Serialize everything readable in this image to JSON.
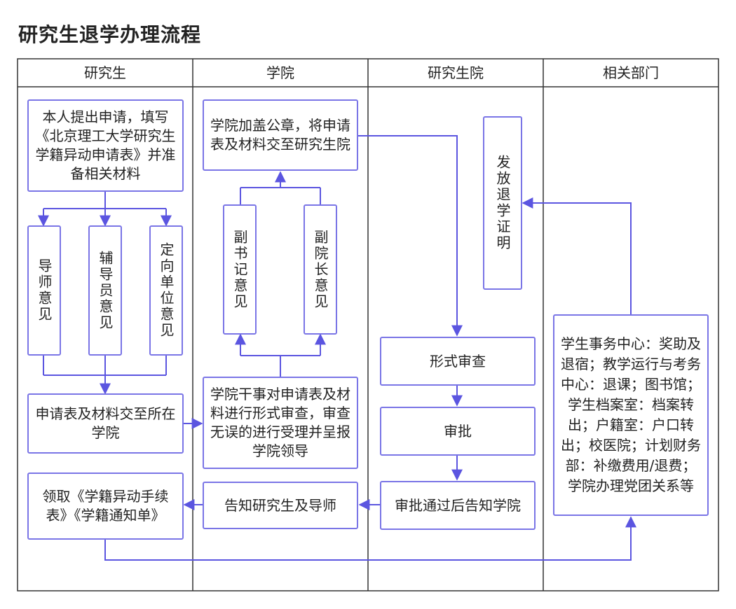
{
  "title": "研究生退学办理流程",
  "lanes": [
    "研究生",
    "学院",
    "研究生院",
    "相关部门"
  ],
  "nodes": {
    "apply": "本人提出申请，填写《北京理工大学研究生学籍异动申请表》并准备相关材料",
    "advisor": "导师意见",
    "counselor": "辅导员意见",
    "unit": "定向单位意见",
    "submit_college": "申请表及材料交至所在学院",
    "receive": "领取《学籍异动手续表》《学籍通知单》",
    "college_stamp": "学院加盖公章，将申请表及材料交至研究生院",
    "vice_secretary": "副书记意见",
    "vice_dean": "副院长意见",
    "college_review": "学院干事对申请表及材料进行形式审查，审查无误的进行受理并呈报学院领导",
    "notify_student": "告知研究生及导师",
    "issue_cert": "发放退学证明",
    "formal_review": "形式审查",
    "approve": "审批",
    "notify_college": "审批通过后告知学院",
    "departments": "学生事务中心：奖助及退宿；教学运行与考务中心：退课；图书馆；学生档案室：档案转出；户籍室：户口转出；校医院；计划财务部：补缴费用/退费；学院办理党团关系等"
  },
  "colors": {
    "border": "#7a75e6",
    "arrow": "#5b55e0",
    "frame": "#333333"
  }
}
